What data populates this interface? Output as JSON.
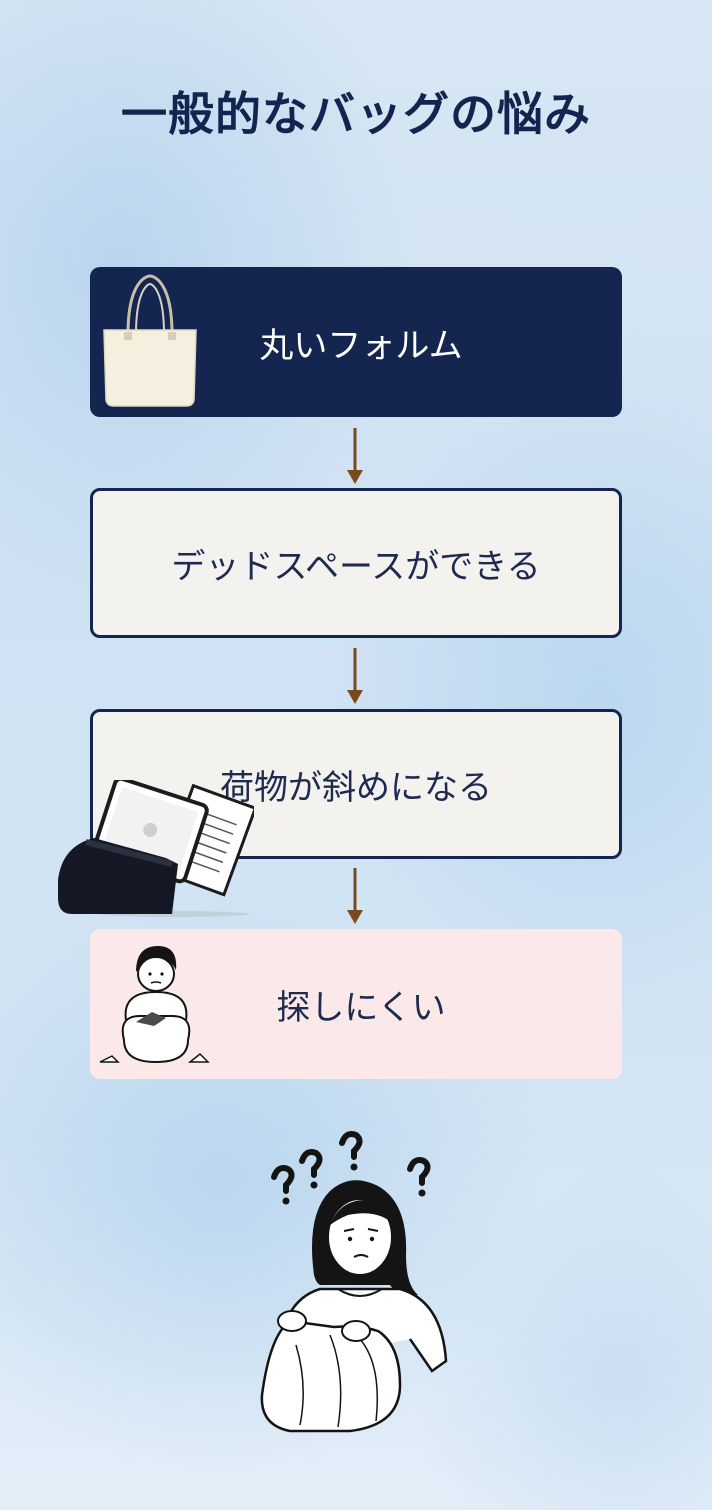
{
  "title": "一般的なバッグの悩み",
  "steps": [
    {
      "label": "丸いフォルム"
    },
    {
      "label": "デッドスペースができる"
    },
    {
      "label": "荷物が斜めになる"
    },
    {
      "label": "探しにくい"
    }
  ],
  "colors": {
    "navy": "#142550",
    "box_light": "#f3f2ef",
    "box_pink": "#fbe9ea",
    "arrow": "#7a4a1c"
  },
  "icons": [
    "tote-bag-icon",
    "tilted-bag-icon",
    "searching-person-icon",
    "confused-woman-icon",
    "arrow-down-icon"
  ]
}
